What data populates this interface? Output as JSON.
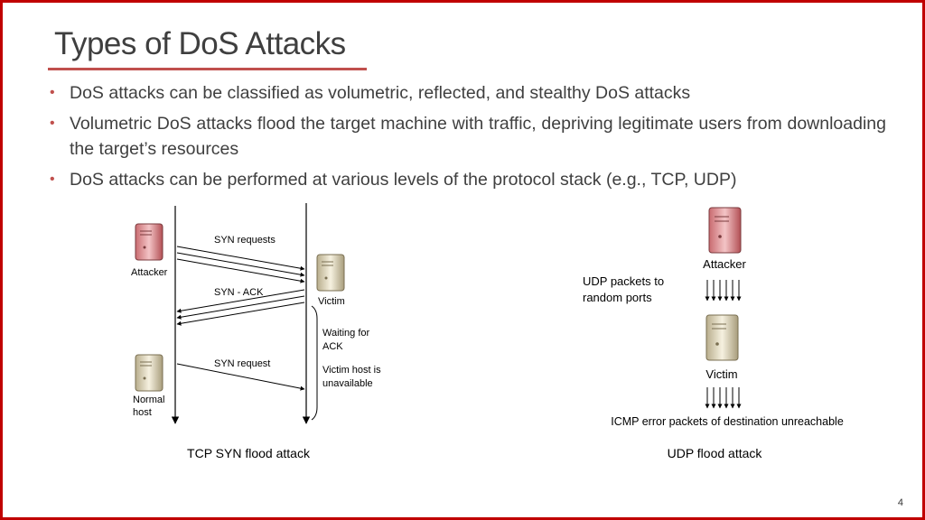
{
  "slide": {
    "title": "Types of DoS Attacks",
    "bullets": [
      "DoS attacks can be classified as volumetric, reflected, and stealthy DoS attacks",
      "Volumetric DoS attacks flood the target machine with traffic, depriving legitimate users from downloading the target’s resources",
      "DoS attacks can be performed at various levels of the protocol stack (e.g., TCP, UDP)"
    ],
    "page_number": "4"
  },
  "syn_diagram": {
    "attacker_label": "Attacker",
    "victim_label": "Victim",
    "normal_host_label_1": "Normal",
    "normal_host_label_2": "host",
    "syn_requests_label": "SYN requests",
    "syn_ack_label": "SYN - ACK",
    "syn_request_label": "SYN request",
    "waiting_label_1": "Waiting for",
    "waiting_label_2": "ACK",
    "unavailable_label_1": "Victim host is",
    "unavailable_label_2": "unavailable",
    "caption": "TCP SYN flood attack"
  },
  "udp_diagram": {
    "attacker_label": "Attacker",
    "udp_packets_label_1": "UDP packets to",
    "udp_packets_label_2": "random ports",
    "victim_label": "Victim",
    "icmp_label": "ICMP error packets of destination unreachable",
    "caption": "UDP flood attack"
  },
  "icons": {
    "attacker_server": "attacker-server-icon",
    "victim_server": "victim-server-icon",
    "normal_server": "normal-host-server-icon"
  },
  "colors": {
    "border": "#c00000",
    "accent": "#c0504d",
    "attacker_server": "#e6a3a6",
    "normal_server": "#e8e0c8"
  }
}
